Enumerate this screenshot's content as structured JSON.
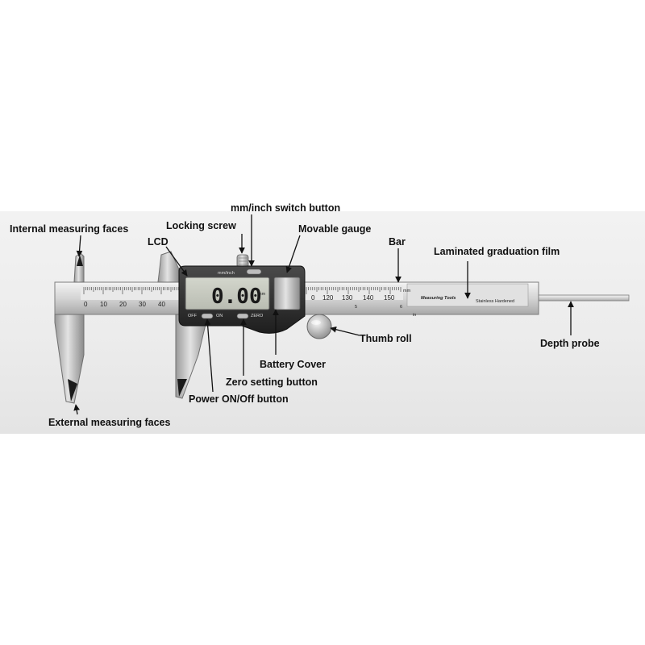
{
  "labels": {
    "mm_inch_switch": "mm/inch switch button",
    "internal_faces": "Internal measuring faces",
    "locking_screw": "Locking screw",
    "movable_gauge": "Movable gauge",
    "lcd": "LCD",
    "bar": "Bar",
    "laminated_film": "Laminated graduation film",
    "thumb_roll": "Thumb roll",
    "depth_probe": "Depth probe",
    "battery_cover": "Battery Cover",
    "zero_button": "Zero setting button",
    "power_button": "Power ON/Off button",
    "external_faces": "External measuring faces"
  },
  "device": {
    "lcd_reading": "0.00",
    "lcd_unit": "mm",
    "switch_label": "mm/inch",
    "off_label": "OFF",
    "on_label": "ON",
    "zero_label": "ZERO",
    "brand": "Measuring Tools",
    "material": "Stainless Hardened",
    "unit_mm": "mm",
    "unit_in": "in",
    "left_scale": [
      "0",
      "10",
      "20",
      "30",
      "40"
    ],
    "right_scale": [
      "0",
      "120",
      "130",
      "140",
      "150"
    ],
    "inch_marks": [
      "5",
      "6"
    ]
  },
  "colors": {
    "steel_light": "#d9d9d9",
    "steel_dark": "#8d8d8d",
    "housing": "#2b2b2b",
    "lcd_screen": "#c9ccc2",
    "arrow": "#111111"
  }
}
